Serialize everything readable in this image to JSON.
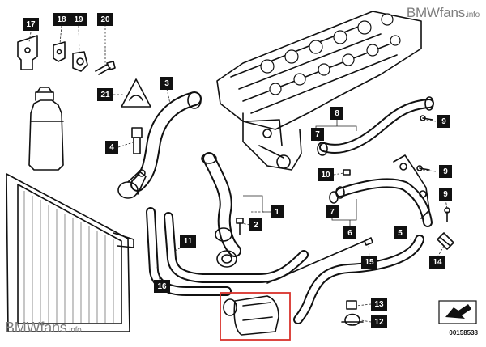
{
  "watermark_top": {
    "brand": "BMWfans",
    "suffix": ".info"
  },
  "watermark_bottom": {
    "brand": "BMWfans",
    "suffix": ".info"
  },
  "diagram_ref": "00158538",
  "callouts": [
    {
      "id": "c17",
      "label": "17"
    },
    {
      "id": "c18",
      "label": "18"
    },
    {
      "id": "c19",
      "label": "19"
    },
    {
      "id": "c20",
      "label": "20"
    },
    {
      "id": "c21",
      "label": "21"
    },
    {
      "id": "c3",
      "label": "3"
    },
    {
      "id": "c4",
      "label": "4"
    },
    {
      "id": "c8",
      "label": "8"
    },
    {
      "id": "c7a",
      "label": "7"
    },
    {
      "id": "c9a",
      "label": "9"
    },
    {
      "id": "c10",
      "label": "10"
    },
    {
      "id": "c9b",
      "label": "9"
    },
    {
      "id": "c9c",
      "label": "9"
    },
    {
      "id": "c7b",
      "label": "7"
    },
    {
      "id": "c1",
      "label": "1"
    },
    {
      "id": "c2",
      "label": "2"
    },
    {
      "id": "c11",
      "label": "11"
    },
    {
      "id": "c6",
      "label": "6"
    },
    {
      "id": "c5",
      "label": "5"
    },
    {
      "id": "c14",
      "label": "14"
    },
    {
      "id": "c15",
      "label": "15"
    },
    {
      "id": "c16",
      "label": "16"
    },
    {
      "id": "c13",
      "label": "13"
    },
    {
      "id": "c12",
      "label": "12"
    }
  ],
  "colors": {
    "callout_fill": "#111111",
    "callout_text": "#ffffff",
    "highlight_box": "#d9312b",
    "watermark": "#7d7d7d"
  }
}
